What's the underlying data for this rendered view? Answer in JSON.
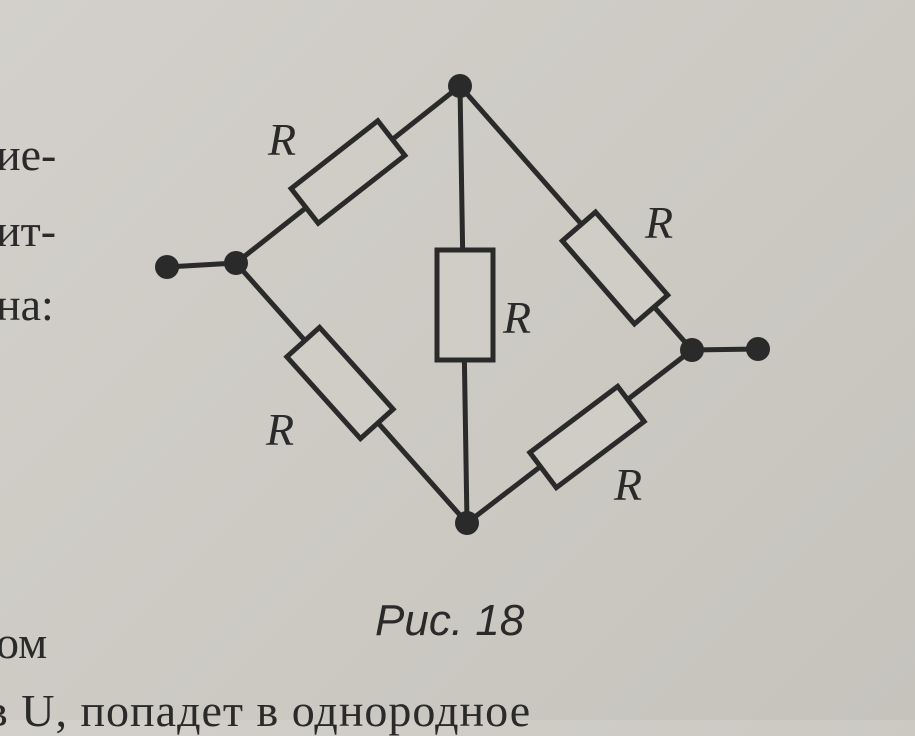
{
  "page_text": {
    "line1_fragment": "ие-",
    "line2_fragment": "ит-",
    "line3_fragment": "на:",
    "line4_fragment": "ом",
    "bottom_line": "в U, попадет в однородное"
  },
  "figure": {
    "caption": "Рис. 18",
    "resistor_labels": [
      "R",
      "R",
      "R",
      "R",
      "R"
    ]
  }
}
